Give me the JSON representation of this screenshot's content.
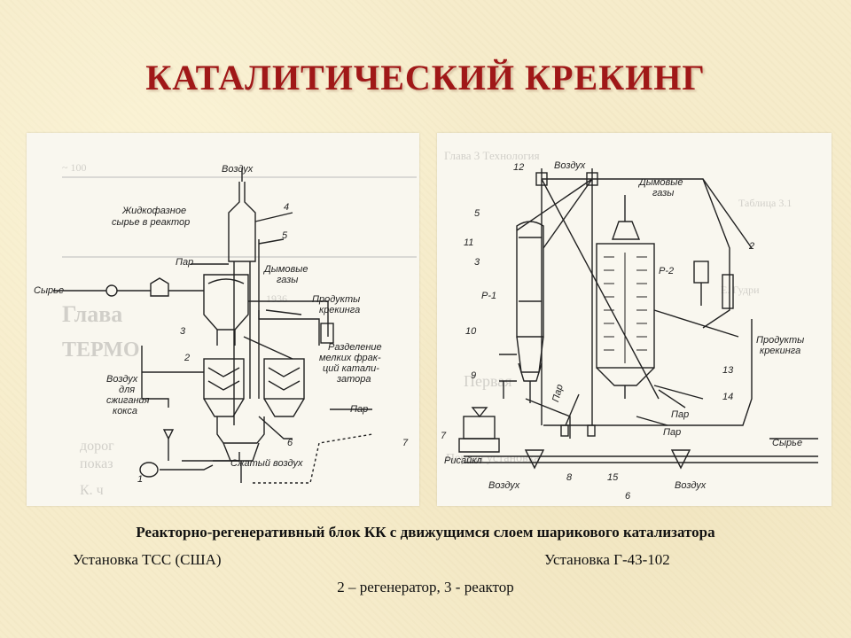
{
  "title": "КАТАЛИТИЧЕСКИЙ КРЕКИНГ",
  "captions": {
    "main": "Реакторно-регенеративный блок КК с движущимся слоем шарикового катализатора",
    "left": "Установка ТСС (США)",
    "right": "Установка Г-43-102",
    "note": "2 – регенератор, 3 - реактор"
  },
  "left_diagram": {
    "labels": {
      "air_top": "Воздух",
      "liquid_feed_1": "Жидкофазное",
      "liquid_feed_2": "сырье в реактор",
      "steam_1": "Пар",
      "flue_1": "Дымовые",
      "flue_2": "газы",
      "feed": "Сырье",
      "products_1": "Продукты",
      "products_2": "крекинга",
      "separation_1": "Разделение",
      "separation_2": "мелких фрак-",
      "separation_3": "ций катали-",
      "separation_4": "затора",
      "air_coke_1": "Воздух",
      "air_coke_2": "для",
      "air_coke_3": "сжигания",
      "air_coke_4": "кокса",
      "steam_2": "Пар",
      "compressed_air": "Сжатый воздух"
    },
    "numbers": [
      "4",
      "5",
      "3",
      "2",
      "6",
      "7",
      "1"
    ]
  },
  "right_diagram": {
    "labels": {
      "air_top": "Воздух",
      "flue_1": "Дымовые",
      "flue_2": "газы",
      "regen": "Р-2",
      "reactor": "Р-1",
      "products_1": "Продукты",
      "products_2": "крекинга",
      "steam_1": "Пар",
      "steam_2": "Пар",
      "steam_3": "Пар",
      "feed": "Сырье",
      "recycle": "Рисайкл",
      "air_left": "Воздух",
      "air_right": "Воздух"
    },
    "numbers": [
      "12",
      "5",
      "11",
      "3",
      "2",
      "10",
      "9",
      "13",
      "14",
      "7",
      "8",
      "15",
      "6"
    ]
  }
}
